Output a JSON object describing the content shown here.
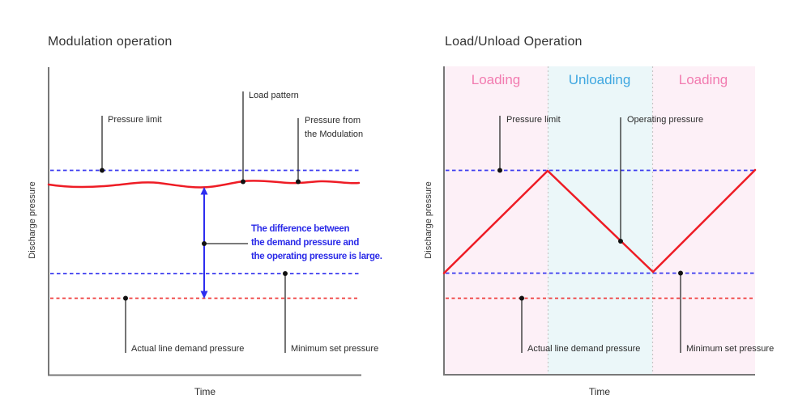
{
  "left_chart": {
    "title": "Modulation operation",
    "y_axis_label": "Discharge pressure",
    "x_axis_label": "Time",
    "labels": {
      "pressure_limit": "Pressure limit",
      "load_pattern": "Load pattern",
      "pressure_from_modulation": "Pressure from\nthe Modulation",
      "difference_note": "The difference between\nthe demand pressure and\nthe operating pressure is large.",
      "actual_line_demand_pressure": "Actual line demand pressure",
      "minimum_set_pressure": "Minimum set pressure"
    }
  },
  "right_chart": {
    "title": "Load/Unload Operation",
    "y_axis_label": "Discharge pressure",
    "x_axis_label": "Time",
    "zones": [
      {
        "label": "Loading"
      },
      {
        "label": "Unloading"
      },
      {
        "label": "Loading"
      }
    ],
    "labels": {
      "pressure_limit": "Pressure limit",
      "operating_pressure": "Operating pressure",
      "actual_line_demand_pressure": "Actual line demand pressure",
      "minimum_set_pressure": "Minimum set pressure"
    }
  },
  "colors": {
    "line_red": "#ee1c25",
    "dashed_blue": "#3b3bef",
    "dashed_red": "#ef4040",
    "arrow_blue": "#2d2df0",
    "annotation_blue": "#2a2ae8",
    "zone_pink": "#fdf0f7",
    "zone_cyan": "#ebf7f9",
    "loading_text": "#f27bb0",
    "unloading_text": "#3fa7e0",
    "axis_gray": "#787878",
    "pointer_black": "#2b2b2b",
    "divider_gray": "#c6c6c6"
  },
  "chart_data": [
    {
      "type": "line",
      "title": "Modulation operation",
      "xlabel": "Time",
      "ylabel": "Discharge pressure",
      "grid": false,
      "reference_levels_normalized": {
        "pressure_limit": 1.0,
        "modulation_operating_pressure": 0.93,
        "minimum_set_pressure": 0.5,
        "actual_line_demand_pressure": 0.38
      },
      "series": [
        {
          "name": "Pressure from the Modulation",
          "x": [
            0,
            0.2,
            0.35,
            0.5,
            0.63,
            0.8,
            1
          ],
          "y": [
            0.93,
            0.94,
            0.9,
            0.92,
            0.95,
            0.95,
            0.94
          ]
        }
      ],
      "annotations": [
        "Pressure limit",
        "Load pattern",
        "Pressure from the Modulation",
        "The difference between the demand pressure and the operating pressure is large.",
        "Actual line demand pressure",
        "Minimum set pressure"
      ]
    },
    {
      "type": "line",
      "title": "Load/Unload Operation",
      "xlabel": "Time",
      "ylabel": "Discharge pressure",
      "grid": false,
      "zones": [
        "Loading",
        "Unloading",
        "Loading"
      ],
      "zone_bounds_normalized": [
        0,
        0.333,
        0.667,
        1
      ],
      "reference_levels_normalized": {
        "pressure_limit": 1.0,
        "minimum_set_pressure": 0.5,
        "actual_line_demand_pressure": 0.38
      },
      "series": [
        {
          "name": "Operating pressure",
          "x": [
            0,
            0.333,
            0.672,
            1
          ],
          "y": [
            0.5,
            1.0,
            0.5,
            1.0
          ]
        }
      ],
      "annotations": [
        "Pressure limit",
        "Operating pressure",
        "Actual line demand pressure",
        "Minimum set pressure"
      ]
    }
  ]
}
